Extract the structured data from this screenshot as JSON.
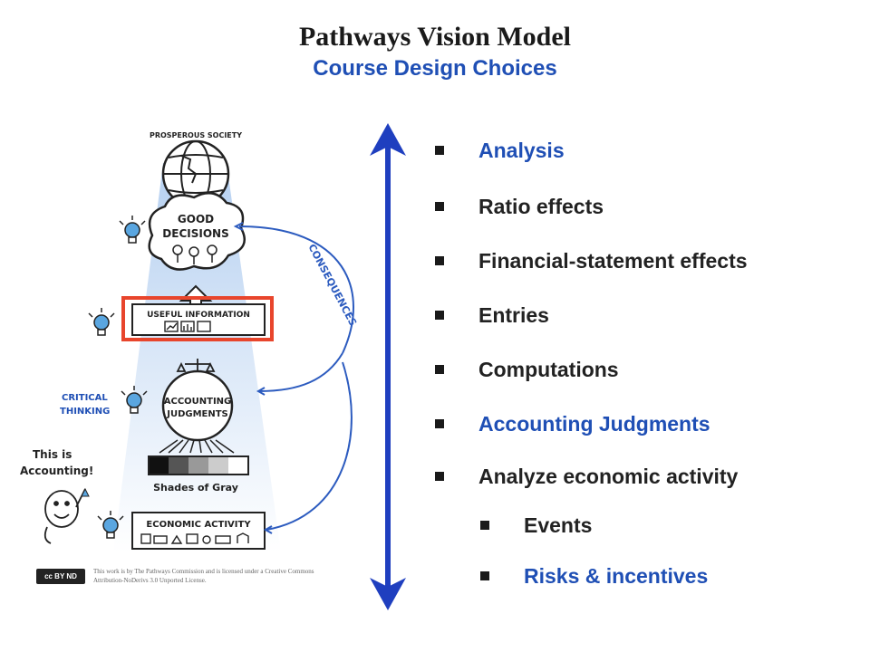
{
  "header": {
    "title": "Pathways Vision Model",
    "subtitle": "Course Design Choices"
  },
  "colors": {
    "accent_blue": "#1f4fb5",
    "arrow_blue": "#1f3fbf",
    "highlight_red": "#e8452c",
    "text_dark": "#222222"
  },
  "sketch": {
    "prosperous_society": "PROSPEROUS SOCIETY",
    "good_decisions_line1": "GOOD",
    "good_decisions_line2": "DECISIONS",
    "useful_information": "USEFUL  INFORMATION",
    "accounting_judgments_line1": "ACCOUNTING",
    "accounting_judgments_line2": "JUDGMENTS",
    "shades_of_gray": "Shades of Gray",
    "economic_activity": "ECONOMIC  ACTIVITY",
    "consequences": "CONSEQUENCES",
    "critical_thinking_line1": "CRITICAL",
    "critical_thinking_line2": "THINKING",
    "this_is_line1": "This is",
    "this_is_line2": "Accounting!"
  },
  "license": {
    "badge": "cc BY ND",
    "text": "This work is by The Pathways Commission and is licensed under a Creative Commons Attribution-NoDerivs 3.0 Unported License."
  },
  "list": [
    {
      "label": "Analysis",
      "highlight": true,
      "sub": false
    },
    {
      "label": "Ratio effects",
      "highlight": false,
      "sub": false
    },
    {
      "label": "Financial-statement effects",
      "highlight": false,
      "sub": false
    },
    {
      "label": "Entries",
      "highlight": false,
      "sub": false
    },
    {
      "label": "Computations",
      "highlight": false,
      "sub": false
    },
    {
      "label": "Accounting Judgments",
      "highlight": true,
      "sub": false
    },
    {
      "label": "Analyze economic activity",
      "highlight": false,
      "sub": false
    },
    {
      "label": "Events",
      "highlight": false,
      "sub": true
    },
    {
      "label": "Risks & incentives",
      "highlight": true,
      "sub": true
    }
  ],
  "icons": {
    "double_arrow": "vertical-double-arrow-icon",
    "bullet": "square-bullet-icon",
    "lightbulb": "lightbulb-icon",
    "globe": "globe-icon",
    "scale": "scale-icon"
  }
}
